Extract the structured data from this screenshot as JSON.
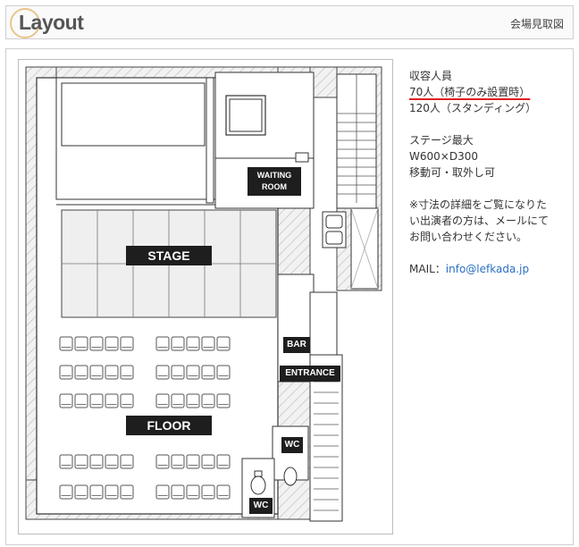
{
  "header": {
    "title": "Layout",
    "subtitle": "会場見取図"
  },
  "info": {
    "capacity_heading": "収容人員",
    "capacity_seated": "70人（椅子のみ設置時）",
    "capacity_standing": "120人（スタンディング）",
    "stage_heading": "ステージ最大",
    "stage_size": "W600×D300",
    "stage_note": "移動可・取外し可",
    "note_line1": "※寸法の詳細をご覧になりた",
    "note_line2": "い出演者の方は、メールにて",
    "note_line3": "お問い合わせください。",
    "mail_label": "MAIL：",
    "mail_address": "info@lefkada.jp"
  },
  "floorplan": {
    "waiting_line1": "WAITING",
    "waiting_line2": "ROOM",
    "stage_label": "STAGE",
    "floor_label": "FLOOR",
    "bar_label": "BAR",
    "entrance_label": "ENTRANCE",
    "wc_label_1": "WC",
    "wc_label_2": "WC"
  }
}
